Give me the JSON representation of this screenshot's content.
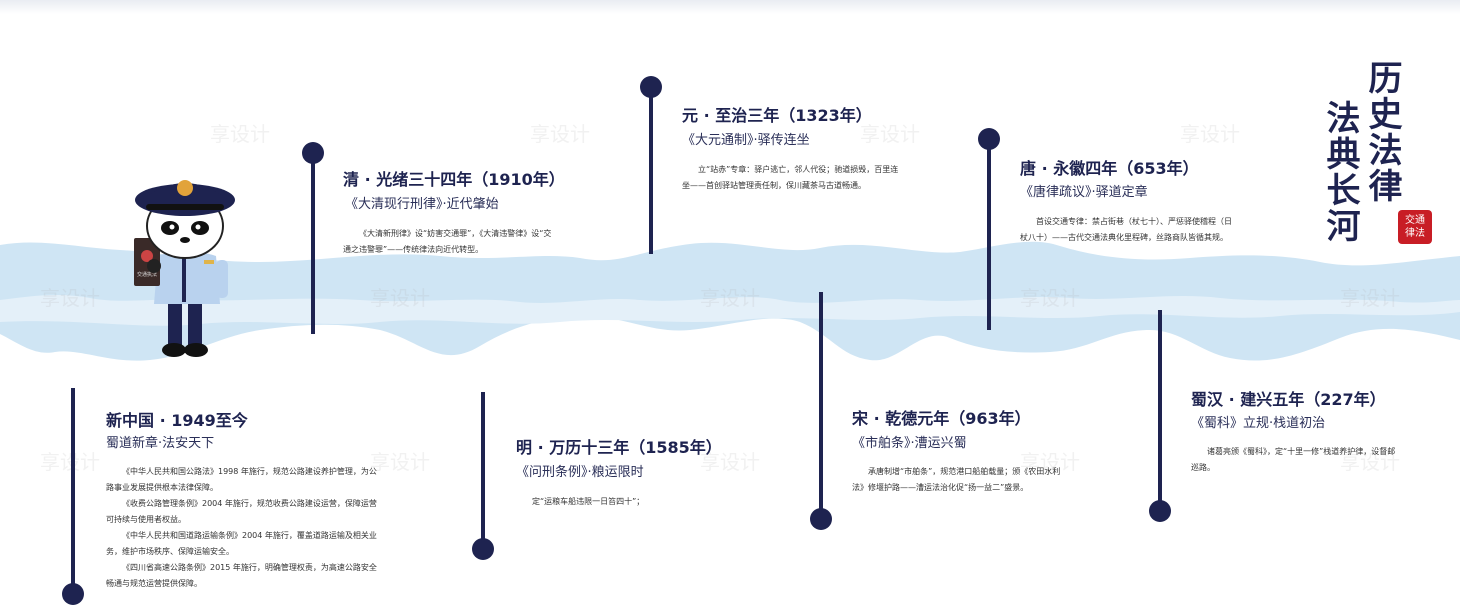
{
  "heading": {
    "line1": "历史法律",
    "line2": "法典长河"
  },
  "seal_text": "交通律法",
  "watermark": "享设计",
  "colors": {
    "accent": "#1e2350",
    "river": "#cfe5f4",
    "seal": "#c81d25"
  },
  "mascot": {
    "badge_text": "交通执法"
  },
  "events": [
    {
      "title": "新中国 · 1949至今",
      "subtitle": "蜀道新章·法安天下",
      "desc": [
        "《中华人民共和国公路法》1998 年施行，规范公路建设养护管理，为公路事业发展提供根本法律保障。",
        "《收费公路管理条例》2004 年施行，规范收费公路建设运营，保障运营可持续与使用者权益。",
        "《中华人民共和国道路运输条例》2004 年施行，覆盖道路运输及相关业务，维护市场秩序、保障运输安全。",
        "《四川省高速公路条例》2015 年施行，明确管理权责，为高速公路安全畅通与规范运营提供保障。"
      ]
    },
    {
      "title": "清 · 光绪三十四年（1910年）",
      "subtitle": "《大清现行刑律》·近代肇始",
      "desc": [
        "《大清新刑律》设“妨害交通罪”，《大清违警律》设“交通之违警罪”——传统律法向近代转型。"
      ]
    },
    {
      "title": "明 · 万历十三年（1585年）",
      "subtitle": "《问刑条例》·粮运限时",
      "desc": [
        "定“运粮车船违限一日笞四十”；"
      ]
    },
    {
      "title": "元 · 至治三年（1323年）",
      "subtitle": "《大元通制》·驿传连坐",
      "desc": [
        "立“站赤”专章：驿户逃亡，邻人代役；驰道损毁，百里连坐——首创驿站管理责任制，保川藏茶马古道畅通。"
      ]
    },
    {
      "title": "宋 · 乾德元年（963年）",
      "subtitle": "《市舶条》·漕运兴蜀",
      "desc": [
        "承唐制增“市舶条”，规范港口船舶载量；颁《农田水利法》修堰护路——漕运法治化促“扬一益二”盛景。"
      ]
    },
    {
      "title": "唐 · 永徽四年（653年）",
      "subtitle": "《唐律疏议》·驿道定章",
      "desc": [
        "首设交通专律：禁占街巷（杖七十）、严惩驿使稽程（日杖八十）——古代交通法典化里程碑，丝路商队皆循其规。"
      ]
    },
    {
      "title": "蜀汉 · 建兴五年（227年）",
      "subtitle": "《蜀科》立规·栈道初治",
      "desc": [
        "诸葛亮颁《蜀科》，定“十里一修”栈道养护律，设督邮巡路。"
      ]
    }
  ]
}
